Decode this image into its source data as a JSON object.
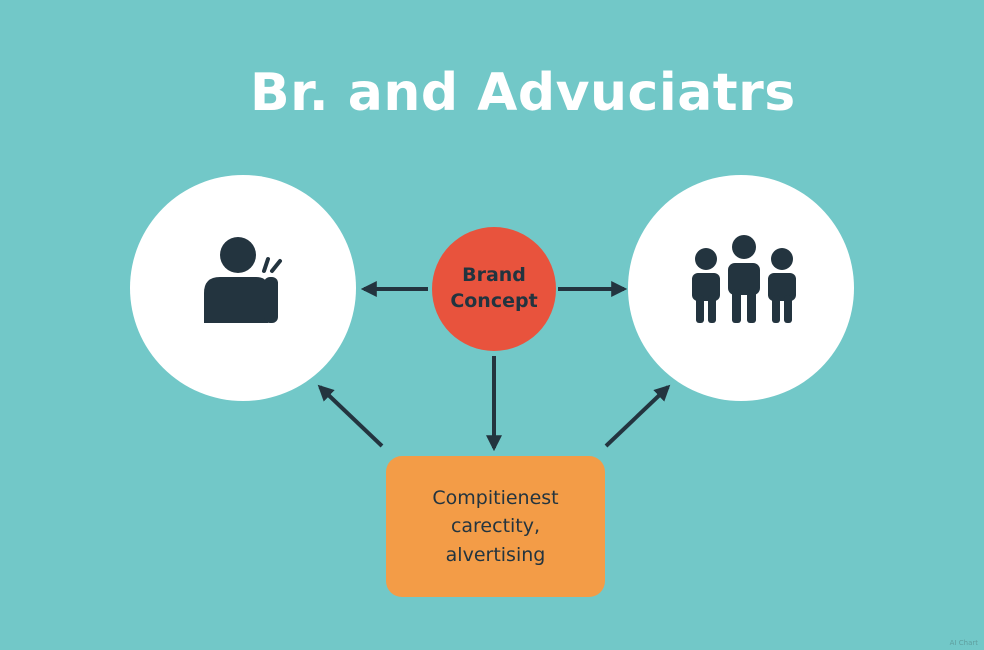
{
  "title": "Br. and Advuciatrs",
  "nodes": {
    "left": {
      "icon": "person-pointing-icon"
    },
    "center": {
      "lines": [
        "Brand",
        "Concept"
      ]
    },
    "right": {
      "icon": "group-of-people-icon"
    },
    "bottom": {
      "lines": [
        "Compitienest",
        "carectity,",
        "alvertising"
      ]
    }
  },
  "edges": [
    {
      "from": "center",
      "to": "left"
    },
    {
      "from": "center",
      "to": "right"
    },
    {
      "from": "center",
      "to": "bottom"
    },
    {
      "from": "bottom",
      "to": "left"
    },
    {
      "from": "bottom",
      "to": "right"
    }
  ],
  "colors": {
    "background": "#72c8c8",
    "circle": "#ffffff",
    "center": "#e8533d",
    "box": "#f39c47",
    "ink": "#23343f",
    "title": "#ffffff"
  },
  "watermark": "AI Chart"
}
